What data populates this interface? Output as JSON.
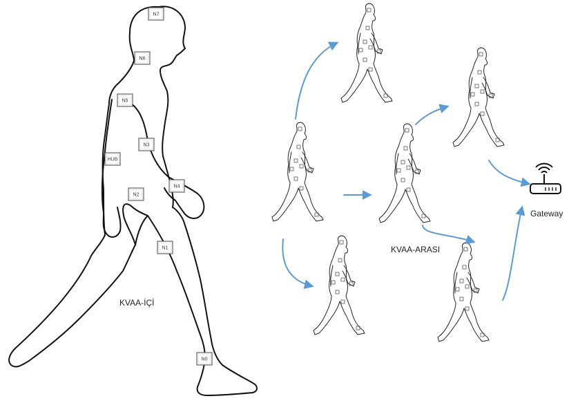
{
  "labels": {
    "intra": "KVAA-İÇİ",
    "inter": "KVAA-ARASI",
    "gateway": "Gateway"
  },
  "nodes": [
    "N7",
    "N6",
    "N5",
    "HUB",
    "N3",
    "N2",
    "N4",
    "N1",
    "N0"
  ],
  "colors": {
    "arrow": "#5b9bd5",
    "outline": "#111111"
  },
  "icons": {
    "gateway": "wifi-router-icon",
    "node": "sensor-chip-icon"
  }
}
